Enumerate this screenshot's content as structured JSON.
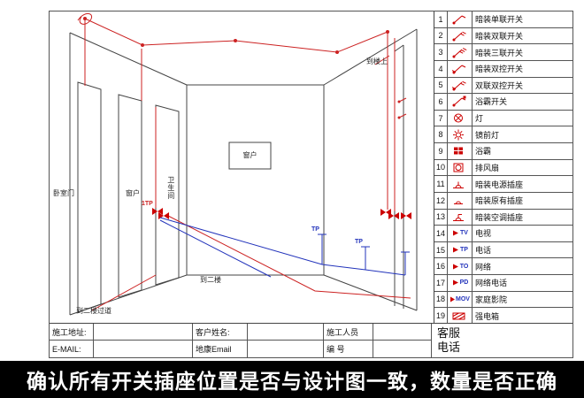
{
  "banner": {
    "text": "确认所有开关插座位置是否与设计图一致，数量是否正确"
  },
  "legend": {
    "items": [
      {
        "num": "1",
        "label": "暗装单联开关"
      },
      {
        "num": "2",
        "label": "暗装双联开关"
      },
      {
        "num": "3",
        "label": "暗装三联开关"
      },
      {
        "num": "4",
        "label": "暗装双控开关"
      },
      {
        "num": "5",
        "label": "双联双控开关"
      },
      {
        "num": "6",
        "label": "浴霸开关"
      },
      {
        "num": "7",
        "label": "灯"
      },
      {
        "num": "8",
        "label": "镜前灯"
      },
      {
        "num": "9",
        "label": "浴霸"
      },
      {
        "num": "10",
        "label": "排风扇"
      },
      {
        "num": "11",
        "label": "暗装电源插座"
      },
      {
        "num": "12",
        "label": "暗装原有插座"
      },
      {
        "num": "13",
        "label": "暗装空调插座"
      },
      {
        "num": "14",
        "label": "电视",
        "code": "TV"
      },
      {
        "num": "15",
        "label": "电话",
        "code": "TP"
      },
      {
        "num": "16",
        "label": "网络",
        "code": "TO"
      },
      {
        "num": "17",
        "label": "网络电话",
        "code": "PD"
      },
      {
        "num": "18",
        "label": "家庭影院",
        "code": "MOV"
      },
      {
        "num": "19",
        "label": "强电箱"
      }
    ]
  },
  "titleblock": {
    "address_label": "施工地址:",
    "email_label": "E-MAIL:",
    "customer_label": "客户姓名:",
    "dikang_email_label": "地康Email",
    "crew_label": "施工人员",
    "number_label": "编  号",
    "service_line1": "客服",
    "service_line2": "电话"
  },
  "drawing": {
    "labels": {
      "bedroom_door": "卧室门",
      "side_window": "窗户",
      "bathroom": "卫生间",
      "window": "窗户",
      "to_upstairs": "到楼上",
      "to_second_floor": "到二楼",
      "to_corridor": "到二楼过道",
      "tp1": "TP",
      "tp2": "TP",
      "itp": "1TP"
    },
    "colors": {
      "wiring_red": "#cc2222",
      "lowvoltage_blue": "#2233bb"
    }
  }
}
